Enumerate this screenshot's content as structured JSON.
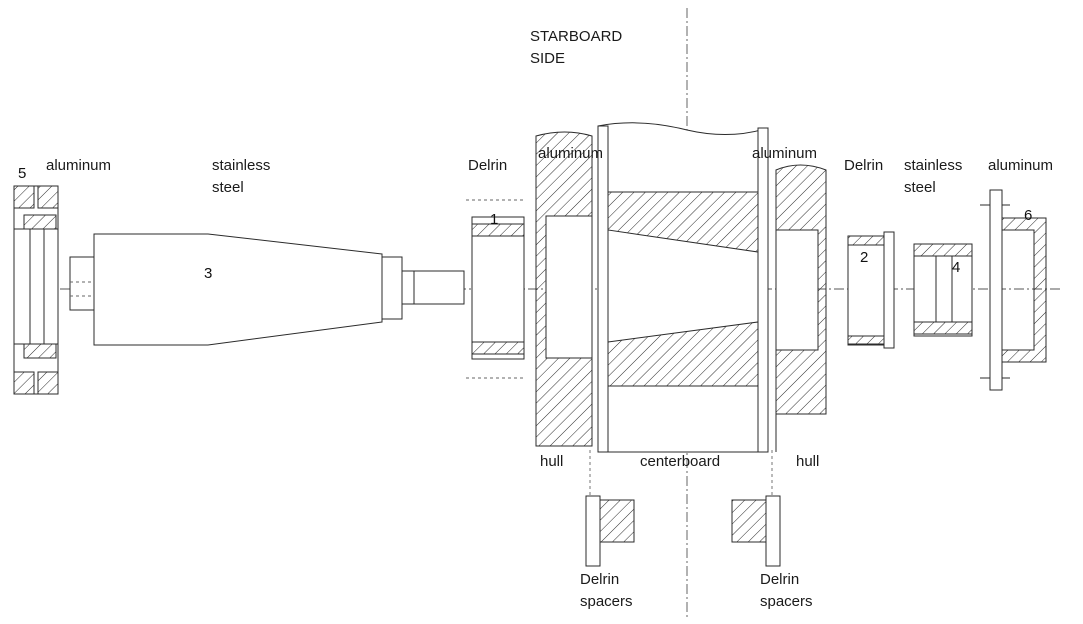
{
  "header": {
    "side_line1": "STARBOARD",
    "side_line2": "SIDE"
  },
  "labels": {
    "aluminum_left": "aluminum",
    "stainless_left_1": "stainless",
    "stainless_left_2": "steel",
    "delrin_left": "Delrin",
    "aluminum_center_left": "aluminum",
    "aluminum_center_right": "aluminum",
    "delrin_right": "Delrin",
    "stainless_right_1": "stainless",
    "stainless_right_2": "steel",
    "aluminum_right": "aluminum",
    "hull_left": "hull",
    "centerboard": "centerboard",
    "hull_right": "hull",
    "spacers_left_1": "Delrin",
    "spacers_left_2": "spacers",
    "spacers_right_1": "Delrin",
    "spacers_right_2": "spacers"
  },
  "part_numbers": {
    "p1": "1",
    "p2": "2",
    "p3": "3",
    "p4": "4",
    "p5": "5",
    "p6": "6"
  },
  "colors": {
    "line": "#2b2b2b",
    "text": "#1a1a1a"
  }
}
